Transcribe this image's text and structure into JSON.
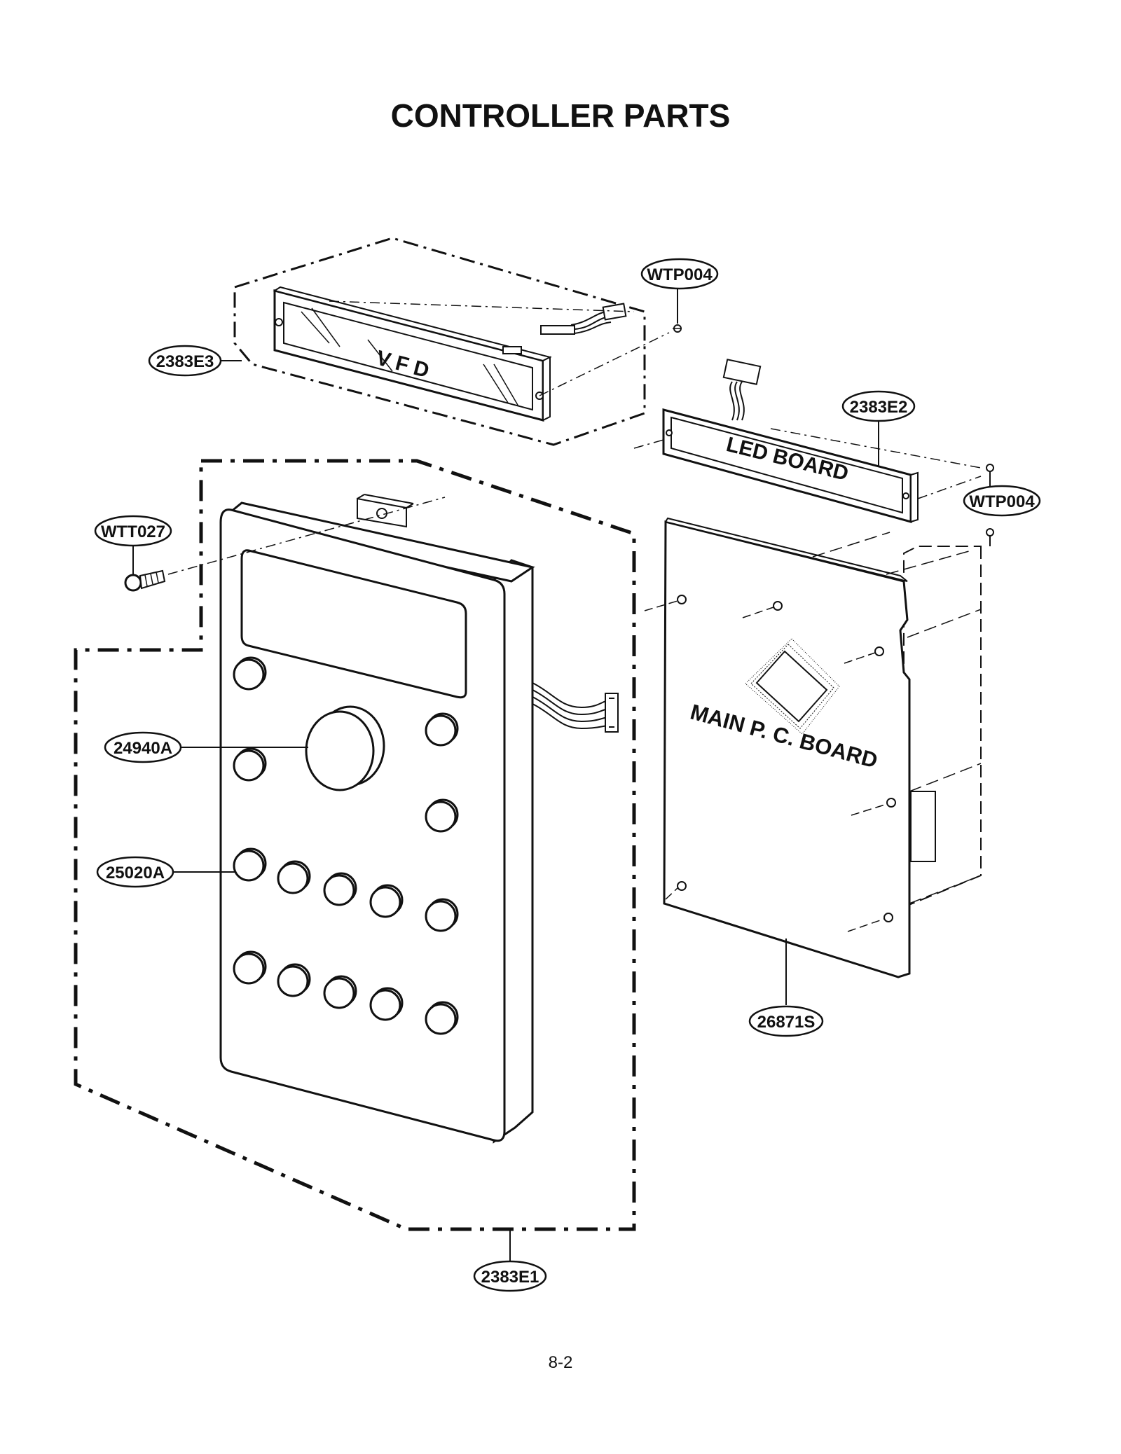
{
  "document": {
    "title": "CONTROLLER PARTS",
    "page_number": "8-2"
  },
  "parts": {
    "vfd_label": "V F D",
    "led_board_label": "LED BOARD",
    "main_board_label": "MAIN P. C. BOARD"
  },
  "callouts": {
    "vfd_assembly": "2383E3",
    "screw_top": "WTP004",
    "led_board": "2383E2",
    "screw_right": "WTP004",
    "screw_left": "WTT027",
    "knob": "24940A",
    "button": "25020A",
    "main_board": "26871S",
    "controller_assembly": "2383E1"
  }
}
